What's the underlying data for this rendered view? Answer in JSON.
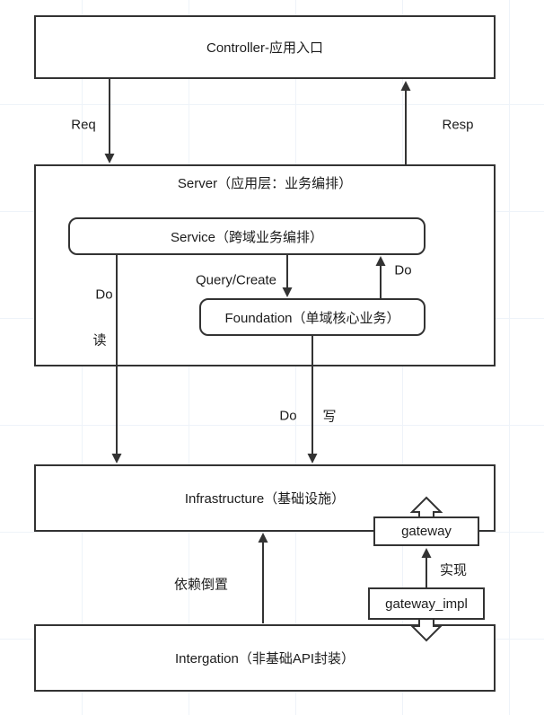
{
  "nodes": {
    "controller": "Controller-应用入口",
    "server": "Server（应用层：业务编排）",
    "service": "Service（跨域业务编排）",
    "foundation": "Foundation（单域核心业务）",
    "infrastructure": "Infrastructure（基础设施）",
    "gateway": "gateway",
    "gateway_impl": "gateway_impl",
    "integration": "Intergation（非基础API封装）"
  },
  "edge_labels": {
    "req": "Req",
    "resp": "Resp",
    "do_left": "Do",
    "read": "读",
    "query_create": "Query/Create",
    "do_right": "Do",
    "do_mid": "Do",
    "write": "写",
    "dependency_inversion": "依赖倒置",
    "implement": "实现"
  },
  "colors": {
    "line": "#333333",
    "text": "#1c1c1c",
    "background": "#ffffff",
    "grid": "#eef3f9"
  }
}
